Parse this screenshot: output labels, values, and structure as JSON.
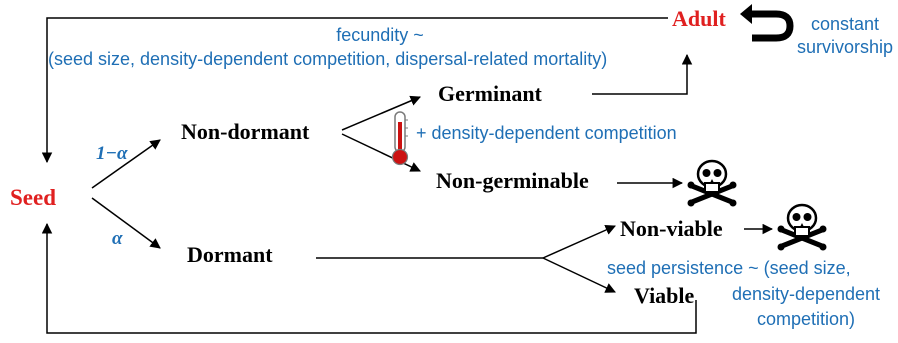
{
  "nodes": {
    "seed": "Seed",
    "adult": "Adult",
    "non_dormant": "Non-dormant",
    "dormant": "Dormant",
    "germinant": "Germinant",
    "non_germinable": "Non-germinable",
    "non_viable": "Non-viable",
    "viable": "Viable"
  },
  "labels": {
    "fecundity_line1": "fecundity ~",
    "fecundity_line2": "(seed size, density-dependent competition, dispersal-related mortality)",
    "constant_line1": "constant",
    "constant_line2": "survivorship",
    "one_minus_alpha": "1−α",
    "alpha": "α",
    "density_competition": "+ density-dependent competition",
    "persistence_line1": "seed persistence ~ (seed size,",
    "persistence_line2": "density-dependent",
    "persistence_line3": "competition)"
  },
  "icons": {
    "thermometer": "thermometer-icon",
    "skull_1": "skull-crossbones-icon",
    "skull_2": "skull-crossbones-icon"
  },
  "colors": {
    "accent_red": "#e02020",
    "label_blue": "#1f6fb5",
    "line": "#000000"
  }
}
